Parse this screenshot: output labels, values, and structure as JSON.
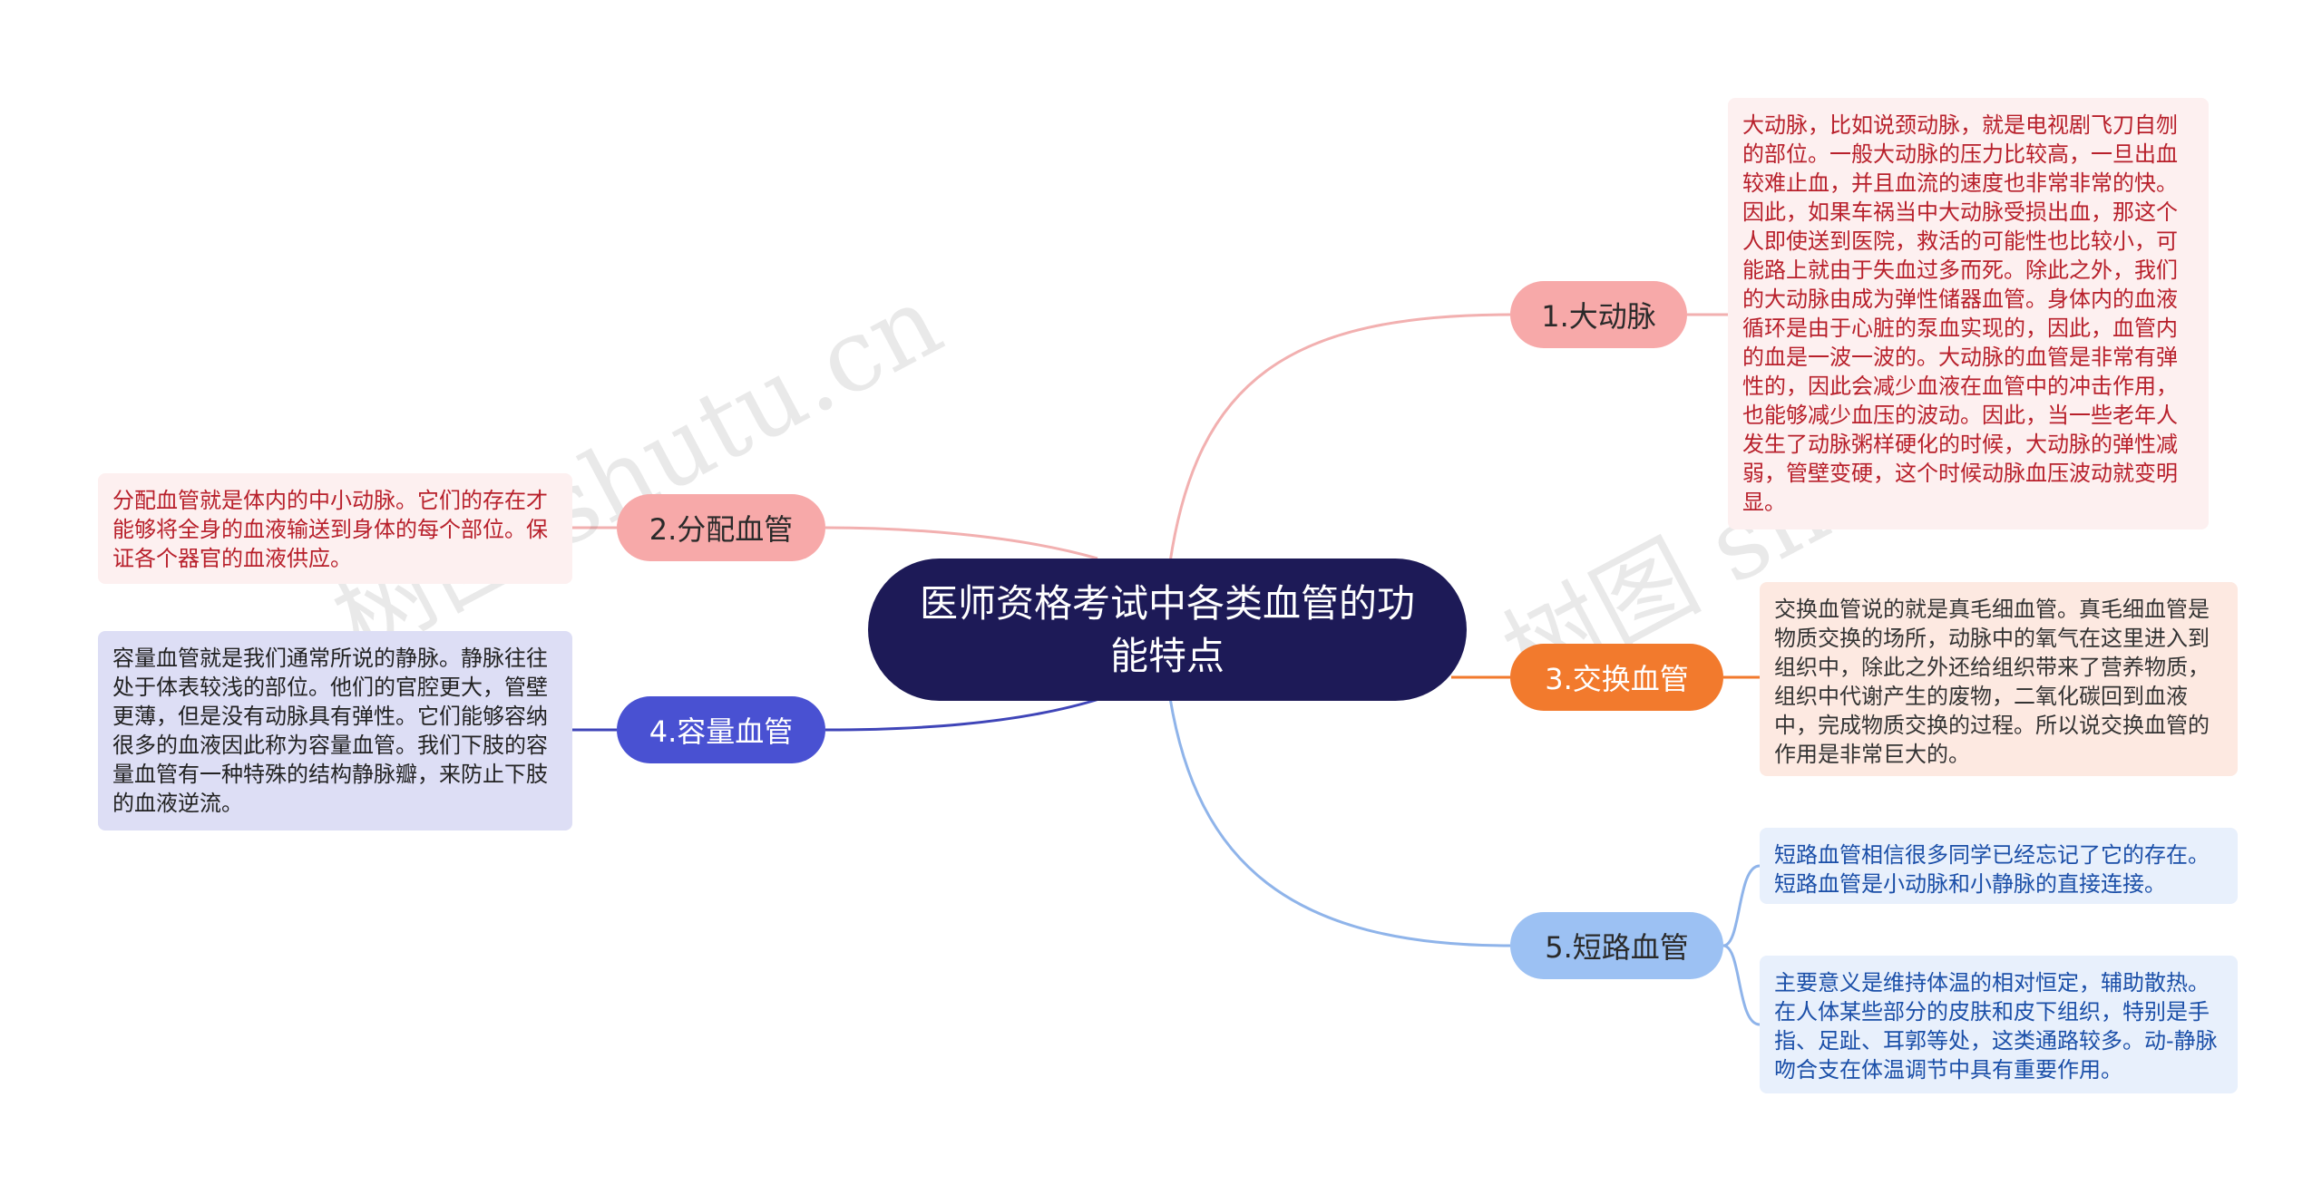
{
  "root": {
    "title": "医师资格考试中各类血管的功能特点"
  },
  "branches": [
    {
      "label": "1.大动脉",
      "color": "#f7a9a9"
    },
    {
      "label": "2.分配血管",
      "color": "#f7a9a9"
    },
    {
      "label": "3.交换血管",
      "color": "#f27a2d"
    },
    {
      "label": "4.容量血管",
      "color": "#4951d2"
    },
    {
      "label": "5.短路血管",
      "color": "#9cc1f3"
    }
  ],
  "notes": {
    "artery": "大动脉，比如说颈动脉，就是电视剧飞刀自刎的部位。一般大动脉的压力比较高，一旦出血较难止血，并且血流的速度也非常非常的快。因此，如果车祸当中大动脉受损出血，那这个人即使送到医院，救活的可能性也比较小，可能路上就由于失血过多而死。除此之外，我们的大动脉由成为弹性储器血管。身体内的血液循环是由于心脏的泵血实现的，因此，血管内的血是一波一波的。大动脉的血管是非常有弹性的，因此会减少血液在血管中的冲击作用，也能够减少血压的波动。因此，当一些老年人发生了动脉粥样硬化的时候，大动脉的弹性减弱，管壁变硬，这个时候动脉血压波动就变明显。",
    "distribution": "分配血管就是体内的中小动脉。它们的存在才能够将全身的血液输送到身体的每个部位。保证各个器官的血液供应。",
    "exchange": "交换血管说的就是真毛细血管。真毛细血管是物质交换的场所，动脉中的氧气在这里进入到组织中，除此之外还给组织带来了营养物质，组织中代谢产生的废物，二氧化碳回到血液中，完成物质交换的过程。所以说交换血管的作用是非常巨大的。",
    "capacity": "容量血管就是我们通常所说的静脉。静脉往往处于体表较浅的部位。他们的官腔更大，管壁更薄，但是没有动脉具有弹性。它们能够容纳很多的血液因此称为容量血管。我们下肢的容量血管有一种特殊的结构静脉瓣，来防止下肢的血液逆流。",
    "shunt_a": "短路血管相信很多同学已经忘记了它的存在。短路血管是小动脉和小静脉的直接连接。",
    "shunt_b": "主要意义是维持体温的相对恒定，辅助散热。在人体某些部分的皮肤和皮下组织，特别是手指、足趾、耳郭等处，这类通路较多。动-静脉吻合支在体温调节中具有重要作用。"
  },
  "watermarks": [
    "树图 shutu.cn",
    "树图 shutu.cn"
  ]
}
